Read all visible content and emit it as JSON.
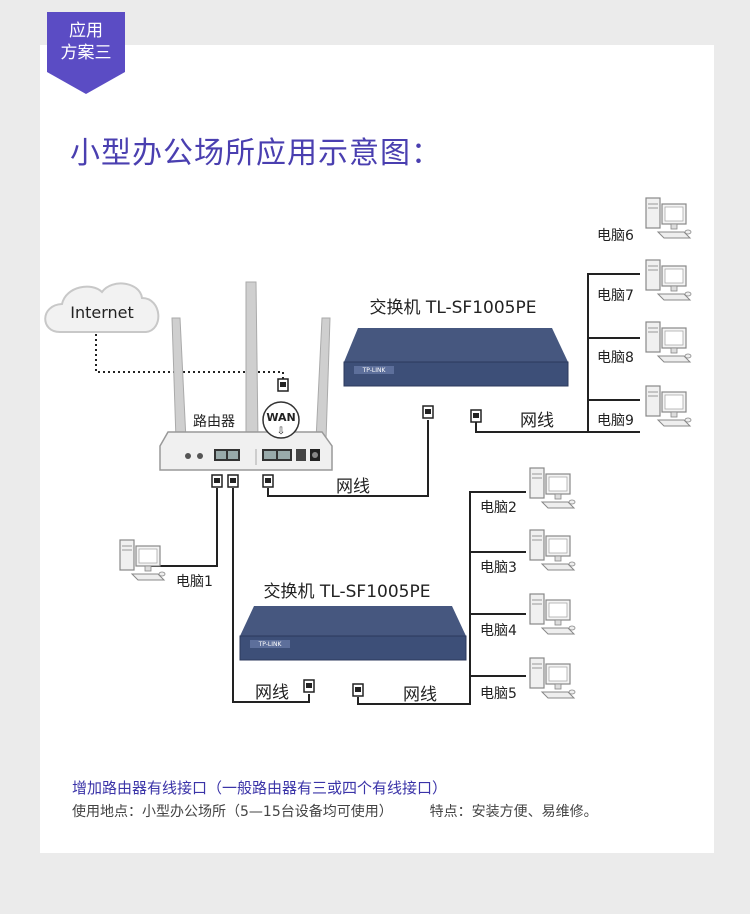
{
  "badge": {
    "line1": "应用",
    "line2": "方案三"
  },
  "title": "小型办公场所应用示意图：",
  "internet_label": "Internet",
  "router_label": "路由器",
  "wan_label": "WAN",
  "switch_top_label": "交换机 TL-SF1005PE",
  "switch_bottom_label": "交换机 TL-SF1005PE",
  "brand": "TP-LINK",
  "cable_label": "网线",
  "pc_labels": {
    "pc1": "电脑1",
    "pc2": "电脑2",
    "pc3": "电脑3",
    "pc4": "电脑4",
    "pc5": "电脑5",
    "pc6": "电脑6",
    "pc7": "电脑7",
    "pc8": "电脑8",
    "pc9": "电脑9"
  },
  "footer": {
    "headline": "增加路由器有线接口（一般路由器有三或四个有线接口）",
    "usage": "使用地点：小型办公场所（5—15台设备均可使用）",
    "features": "特点：安装方便、易维修。"
  },
  "colors": {
    "accent": "#5b4cc4",
    "title": "#4a3fb0",
    "switch_body": "#3d4f78",
    "line": "#333333"
  }
}
